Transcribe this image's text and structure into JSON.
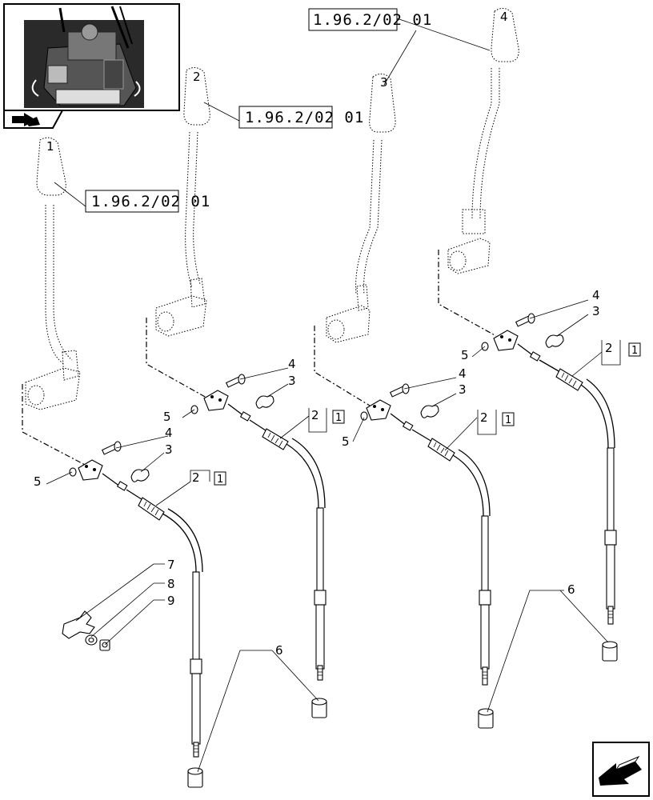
{
  "references": {
    "top_right": "1.96.2/02  01",
    "middle": "1.96.2/02  01",
    "left": "1.96.2/02  01"
  },
  "knob_numbers": {
    "k1": "1",
    "k2": "2",
    "k3": "3",
    "k4": "4"
  },
  "callouts": {
    "a_5": "5",
    "a_4": "4",
    "a_3": "3",
    "a_2": "2",
    "a_box": "1",
    "b_5": "5",
    "b_4": "4",
    "b_3": "3",
    "b_2": "2",
    "b_box": "1",
    "c_5": "5",
    "c_4": "4",
    "c_3": "3",
    "c_2": "2",
    "c_box": "1",
    "d_5": "5",
    "d_4": "4",
    "d_3": "3",
    "d_2": "2",
    "d_box": "1",
    "p7": "7",
    "p8": "8",
    "p9": "9",
    "p6_left": "6",
    "p6_mid": "6",
    "p6_right": "6"
  },
  "icons": {
    "thumbnail": "tractor-cab-thumbnail",
    "section_marker": "section-arrow-icon",
    "next_page": "next-page-arrow-icon"
  }
}
